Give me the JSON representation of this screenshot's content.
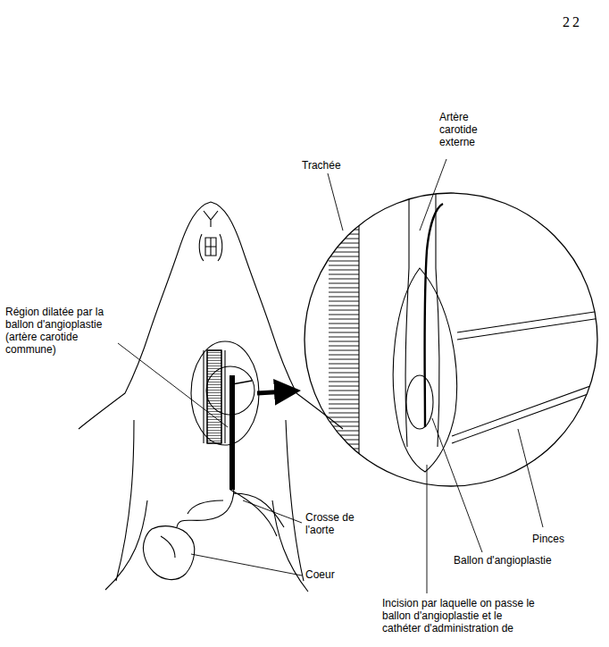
{
  "diagram": {
    "labels": [
      "22",
      "Trachée",
      "Artère carotide externe",
      "Région dilatée par la ballon d'angioplastie (artère carotide commune)",
      "Crosse de l'aorte",
      "Coeur",
      "Pinces",
      "Ballon d'angioplastie",
      "Incision par laquelle on passe le ballon d'angioplastie et le cathéter d'administration de"
    ]
  }
}
